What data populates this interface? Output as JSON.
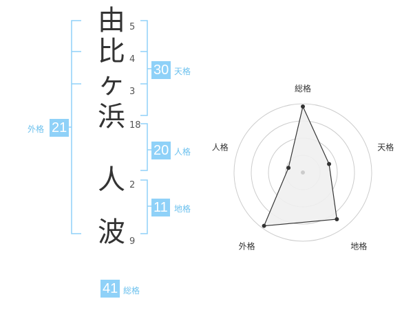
{
  "name": {
    "chars": [
      {
        "char": "由",
        "strokes": "5"
      },
      {
        "char": "比",
        "strokes": "4"
      },
      {
        "char": "ヶ",
        "strokes": "3"
      },
      {
        "char": "浜",
        "strokes": "18"
      },
      {
        "char": "人",
        "strokes": "2"
      },
      {
        "char": "波",
        "strokes": "9"
      }
    ]
  },
  "scores": {
    "tenkaku": {
      "value": "30",
      "label": "天格"
    },
    "jinkaku": {
      "value": "20",
      "label": "人格"
    },
    "chikaku": {
      "value": "11",
      "label": "地格"
    },
    "gaikaku": {
      "value": "21",
      "label": "外格"
    },
    "soukaku": {
      "value": "41",
      "label": "総格"
    }
  },
  "colors": {
    "accent": "#8fd1f8",
    "accent_text": "#6cc1ee",
    "bracket": "#8fd1f8"
  },
  "chart_data": {
    "type": "radar",
    "axes": [
      "総格",
      "天格",
      "地格",
      "外格",
      "人格"
    ],
    "values": [
      0.96,
      0.4,
      0.84,
      0.96,
      0.22
    ],
    "max": 1,
    "rings": 4,
    "grid": true,
    "legend": "none"
  }
}
